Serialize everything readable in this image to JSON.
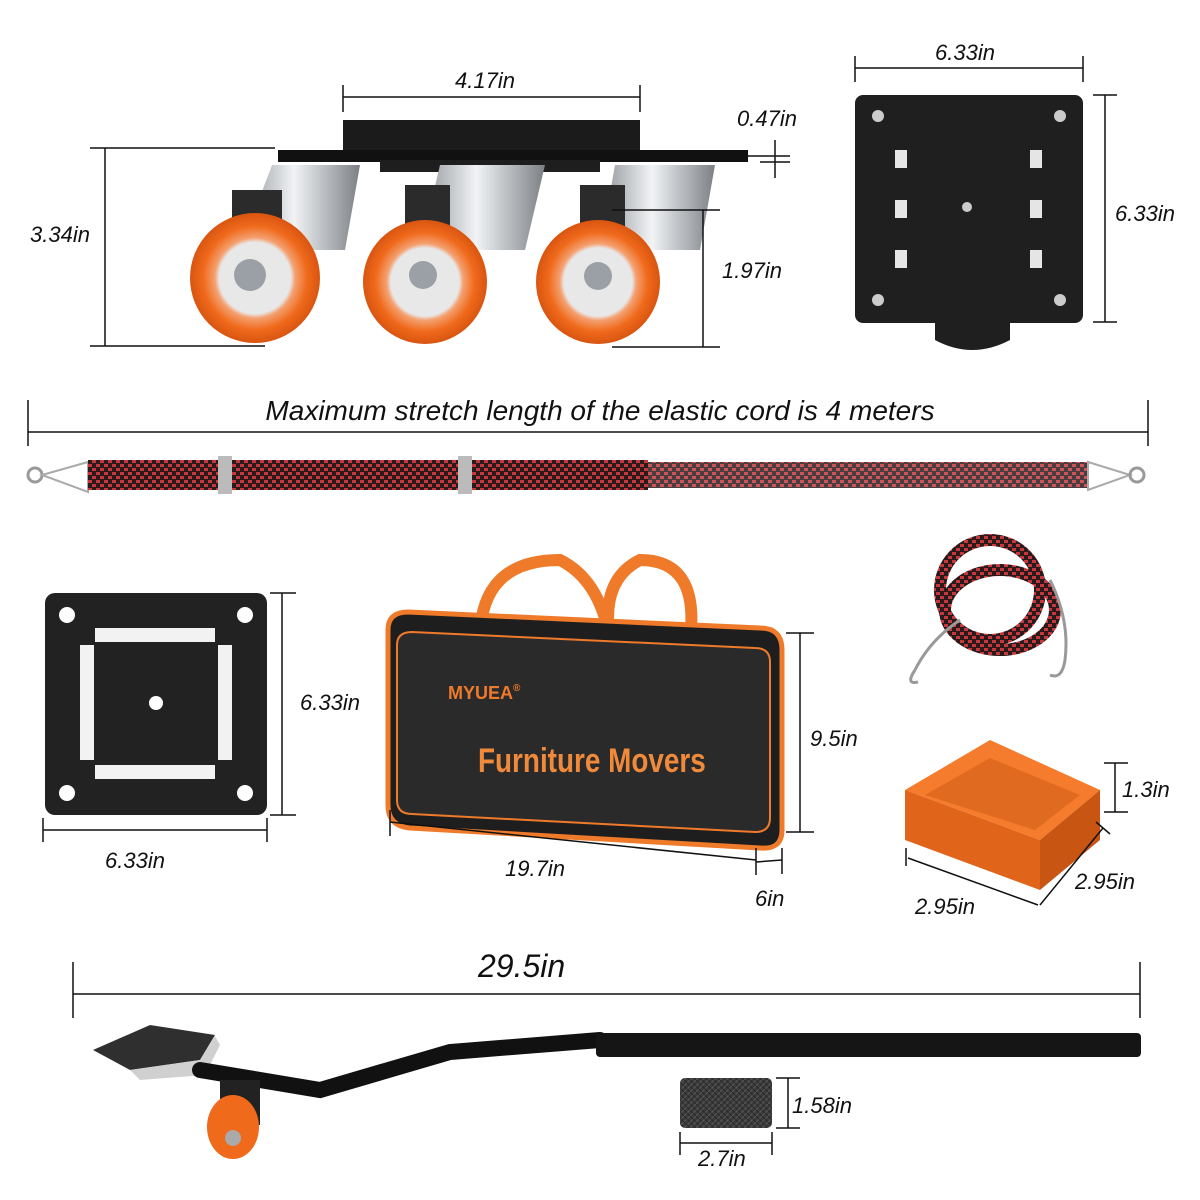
{
  "brand": {
    "logo_mark": "M",
    "name": "YUEA",
    "registered": "®"
  },
  "bag": {
    "print": "Furniture Movers",
    "color_body": "#1c1c1c",
    "color_trim": "#ee7a2a"
  },
  "colors": {
    "wheel_orange": "#f06a1c",
    "steel": "#bfc3c7",
    "plate": "#222222",
    "cord_red": "#c8373b"
  },
  "cord": {
    "caption": "Maximum stretch length of the elastic cord is 4 meters"
  },
  "dims": {
    "dolly_width": "4.17in",
    "plate_thickness": "0.47in",
    "dolly_height": "3.34in",
    "wheel_height": "1.97in",
    "top_plate_width": "6.33in",
    "top_plate_height": "6.33in",
    "base_plate_height": "6.33in",
    "base_plate_width": "6.33in",
    "bag_height": "9.5in",
    "bag_length": "19.7in",
    "bag_depth": "6in",
    "block_height": "1.3in",
    "block_width_right": "2.95in",
    "block_width_left": "2.95in",
    "lifter_length": "29.5in",
    "pad_height": "1.58in",
    "pad_width": "2.7in"
  }
}
